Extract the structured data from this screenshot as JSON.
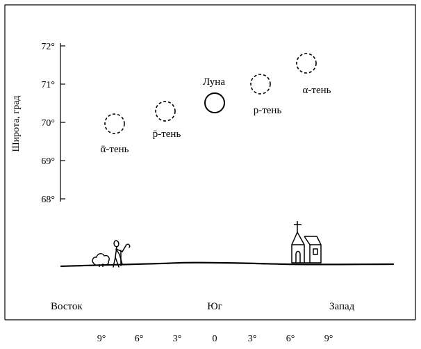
{
  "figure": {
    "y_axis": {
      "label": "Широта, град",
      "ticks": [
        "72°",
        "71°",
        "70°",
        "69°",
        "68°"
      ]
    },
    "x_axis": {
      "ticks": [
        "9°",
        "6°",
        "3°",
        "0",
        "3°",
        "6°",
        "9°"
      ]
    },
    "directions": {
      "east": "Восток",
      "south": "Юг",
      "west": "Запад"
    },
    "objects": [
      {
        "label": "ᾱ-тень",
        "style": "dashed"
      },
      {
        "label": "p̄-тень",
        "style": "dashed"
      },
      {
        "label": "Луна",
        "style": "solid"
      },
      {
        "label": "p-тень",
        "style": "dashed"
      },
      {
        "label": "α-тень",
        "style": "dashed"
      }
    ]
  }
}
